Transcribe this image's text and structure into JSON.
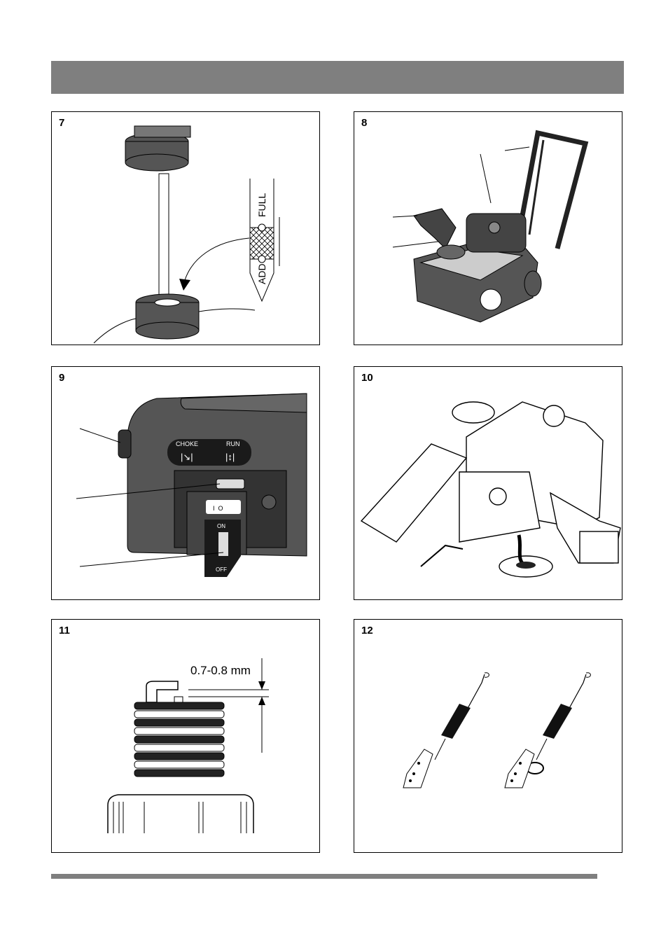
{
  "figures": [
    {
      "number": "7",
      "labels": {
        "full": "FULL",
        "add": "ADD"
      }
    },
    {
      "number": "8"
    },
    {
      "number": "9",
      "labels": {
        "choke": "CHOKE",
        "run": "RUN",
        "io": "I  O",
        "on": "ON",
        "off": "OFF"
      }
    },
    {
      "number": "10"
    },
    {
      "number": "11",
      "labels": {
        "gap": "0.7-0.8 mm"
      }
    },
    {
      "number": "12"
    }
  ]
}
